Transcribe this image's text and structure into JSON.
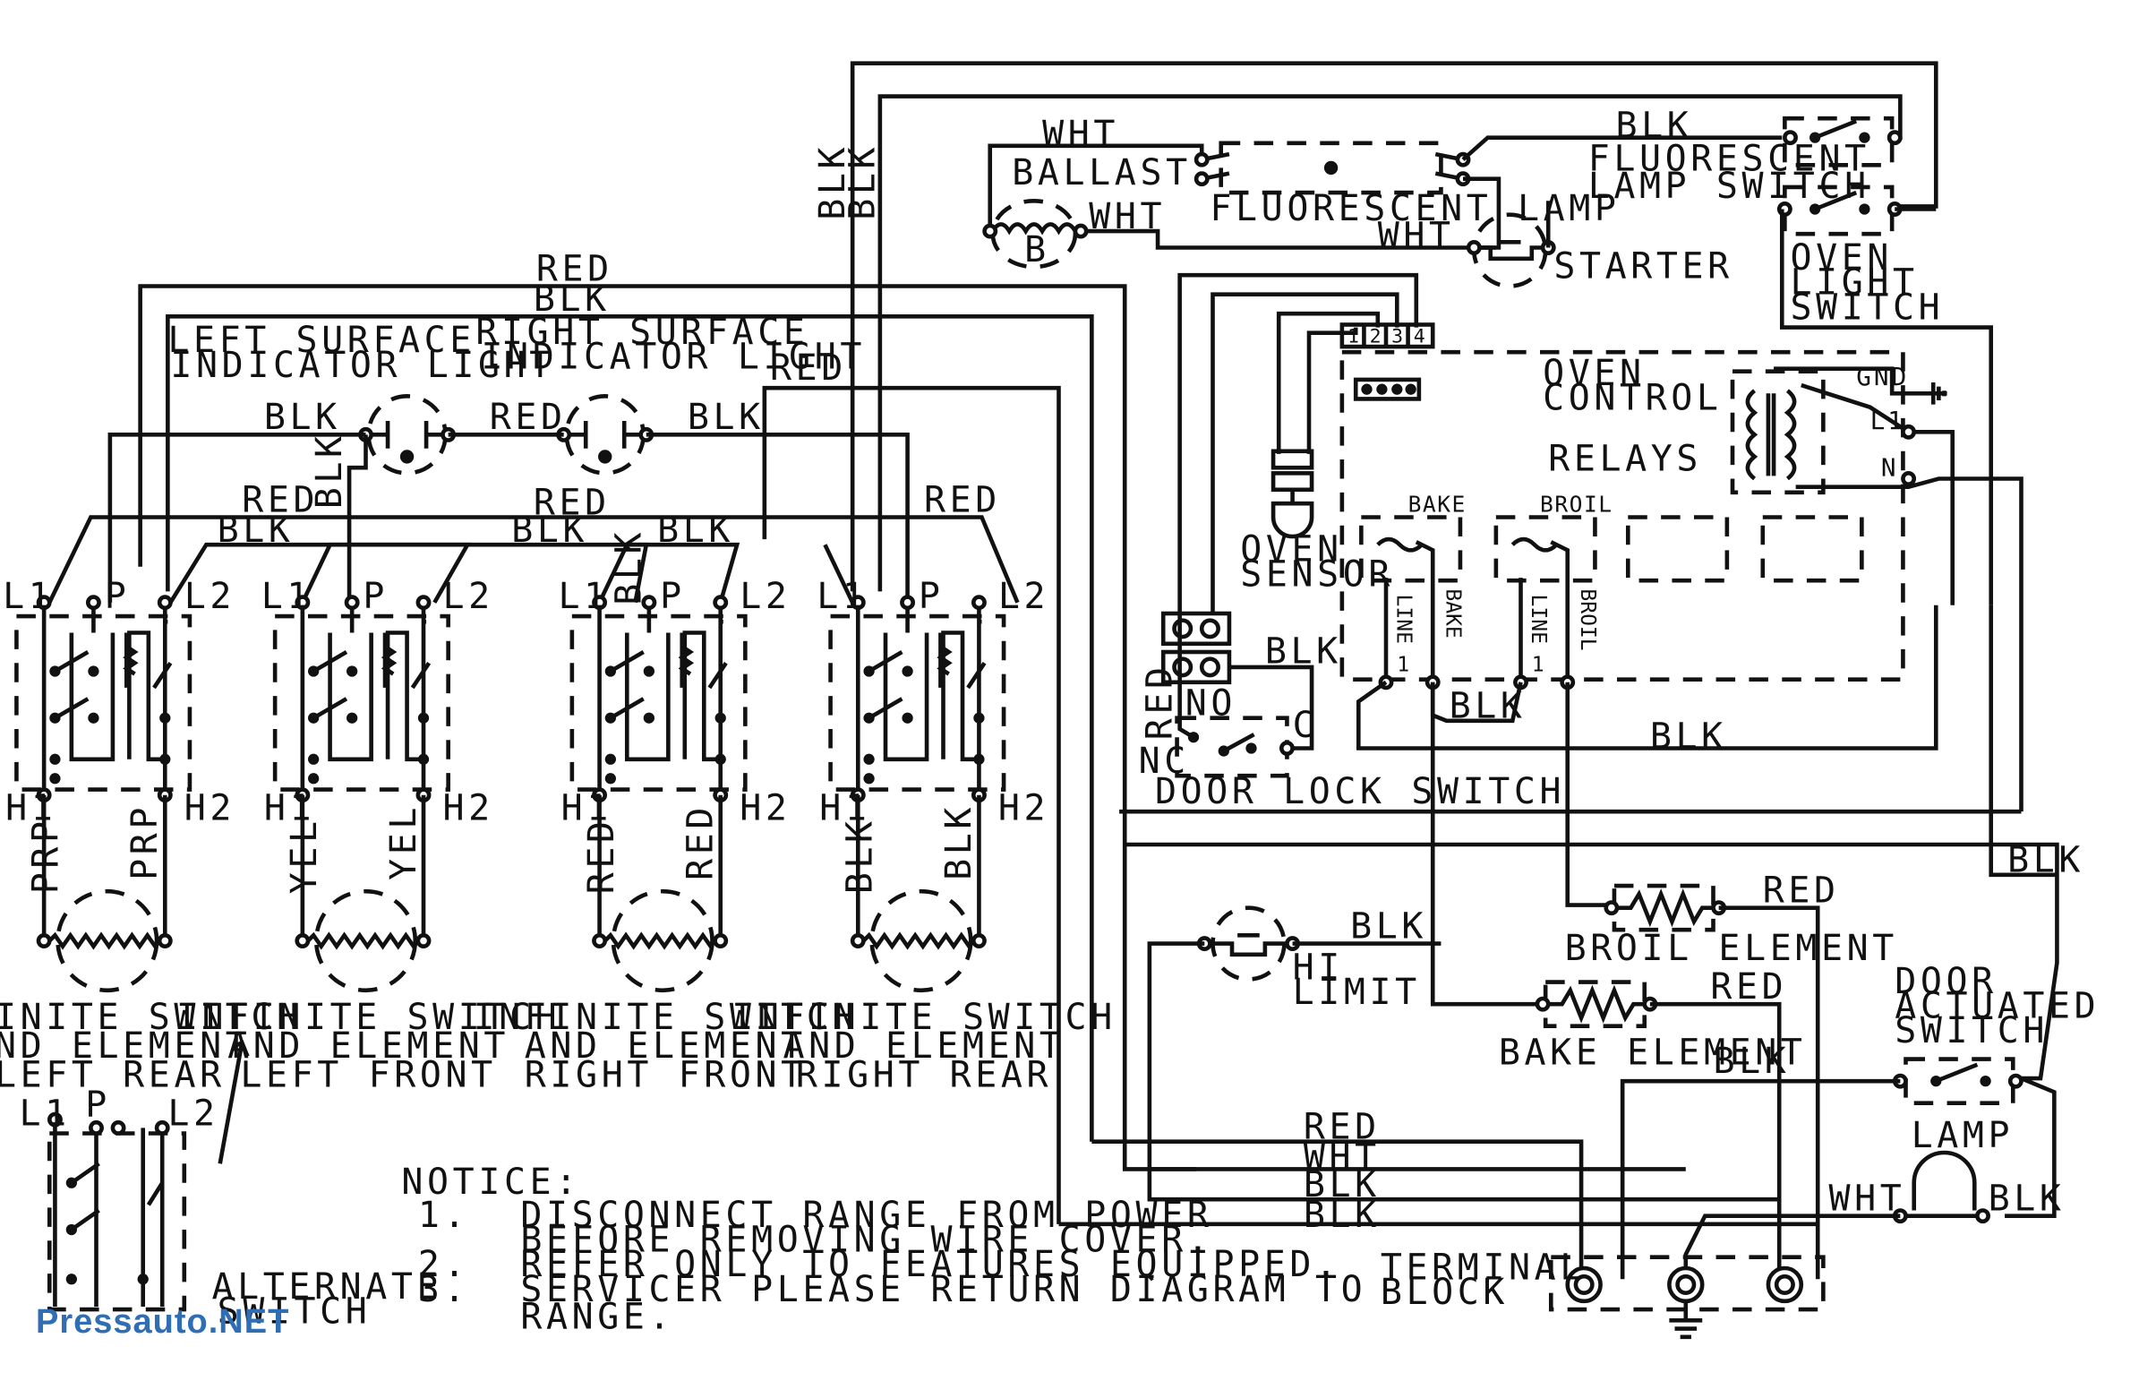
{
  "wires": {
    "red": "RED",
    "blk": "BLK",
    "wht": "WHT",
    "prp": "PRP",
    "yel": "YEL"
  },
  "surface": {
    "left_indicator": [
      "LEFT SURFACE",
      "INDICATOR LIGHT"
    ],
    "right_indicator": [
      "RIGHT SURFACE",
      "INDICATOR LIGHT"
    ],
    "terminals": {
      "l1": "L1",
      "l2": "L2",
      "p": "P",
      "h1": "H1",
      "h2": "H2"
    },
    "units": [
      {
        "caption": [
          "INFINITE SWITCH",
          "AND ELEMENT",
          "LEFT REAR"
        ],
        "wire": "PRP"
      },
      {
        "caption": [
          "INFINITE SWITCH",
          "AND ELEMENT",
          "LEFT FRONT"
        ],
        "wire": "YEL"
      },
      {
        "caption": [
          "INFINITE SWITCH",
          "AND ELEMENT",
          "RIGHT FRONT"
        ],
        "wire": "RED"
      },
      {
        "caption": [
          "INFINITE SWITCH",
          "AND ELEMENT",
          "RIGHT REAR"
        ],
        "wire": "BLK"
      }
    ],
    "alternate_switch": [
      "ALTERNATE",
      "SWITCH"
    ]
  },
  "upper": {
    "ballast": "BALLAST",
    "ballast_mark": "B",
    "fluorescent_lamp": "FLUORESCENT LAMP",
    "fluorescent_switch": [
      "FLUORESCENT",
      "LAMP SWITCH"
    ],
    "starter": "STARTER",
    "oven_light_switch": [
      "OVEN",
      "LIGHT",
      "SWITCH"
    ]
  },
  "oven_control": {
    "title": [
      "OVEN",
      "CONTROL"
    ],
    "relays": "RELAYS",
    "gnd": "GND",
    "l1": "L1",
    "n": "N",
    "bake": "BAKE",
    "broil": "BROIL",
    "connector_pins": [
      "1",
      "2",
      "3",
      "4"
    ],
    "relay_tags": {
      "line": "LINE",
      "one": "1",
      "bake": "BAKE",
      "broil": "BROIL"
    },
    "oven_sensor": [
      "OVEN",
      "SENSOR"
    ]
  },
  "door_lock": {
    "label": "DOOR LOCK SWITCH",
    "no": "NO",
    "nc": "NC",
    "c": "C"
  },
  "lower": {
    "hi_limit": [
      "HI",
      "LIMIT"
    ],
    "broil_element": "BROIL ELEMENT",
    "bake_element": "BAKE ELEMENT",
    "door_actuated_switch": [
      "DOOR",
      "ACTUATED",
      "SWITCH"
    ],
    "lamp": "LAMP",
    "terminal_block": [
      "TERMINAL",
      "BLOCK"
    ]
  },
  "notice": {
    "title": "NOTICE:",
    "items": [
      "1.  DISCONNECT RANGE FROM POWER",
      "    BEFORE REMOVING WIRE COVER.",
      "2.  REFER ONLY TO FEATURES EQUIPPED.",
      "3.  SERVICER PLEASE RETURN DIAGRAM TO",
      "    RANGE."
    ]
  },
  "watermark": "Pressauto.NET"
}
